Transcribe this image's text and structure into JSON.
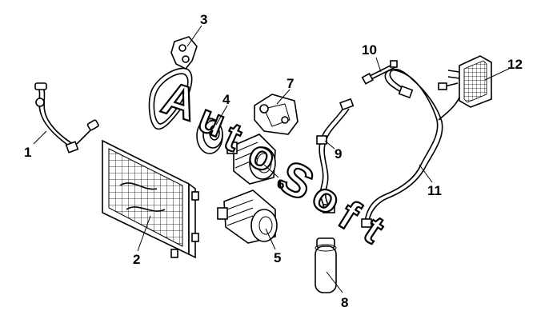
{
  "diagram": {
    "parts": [
      {
        "number": "1"
      },
      {
        "number": "2"
      },
      {
        "number": "3"
      },
      {
        "number": "4"
      },
      {
        "number": "5"
      },
      {
        "number": "6"
      },
      {
        "number": "7"
      },
      {
        "number": "8"
      },
      {
        "number": "9"
      },
      {
        "number": "10"
      },
      {
        "number": "11"
      },
      {
        "number": "12"
      }
    ],
    "watermark": {
      "letters": [
        "A",
        "u",
        "t",
        "o",
        "S",
        "o",
        "f",
        "t"
      ]
    }
  }
}
